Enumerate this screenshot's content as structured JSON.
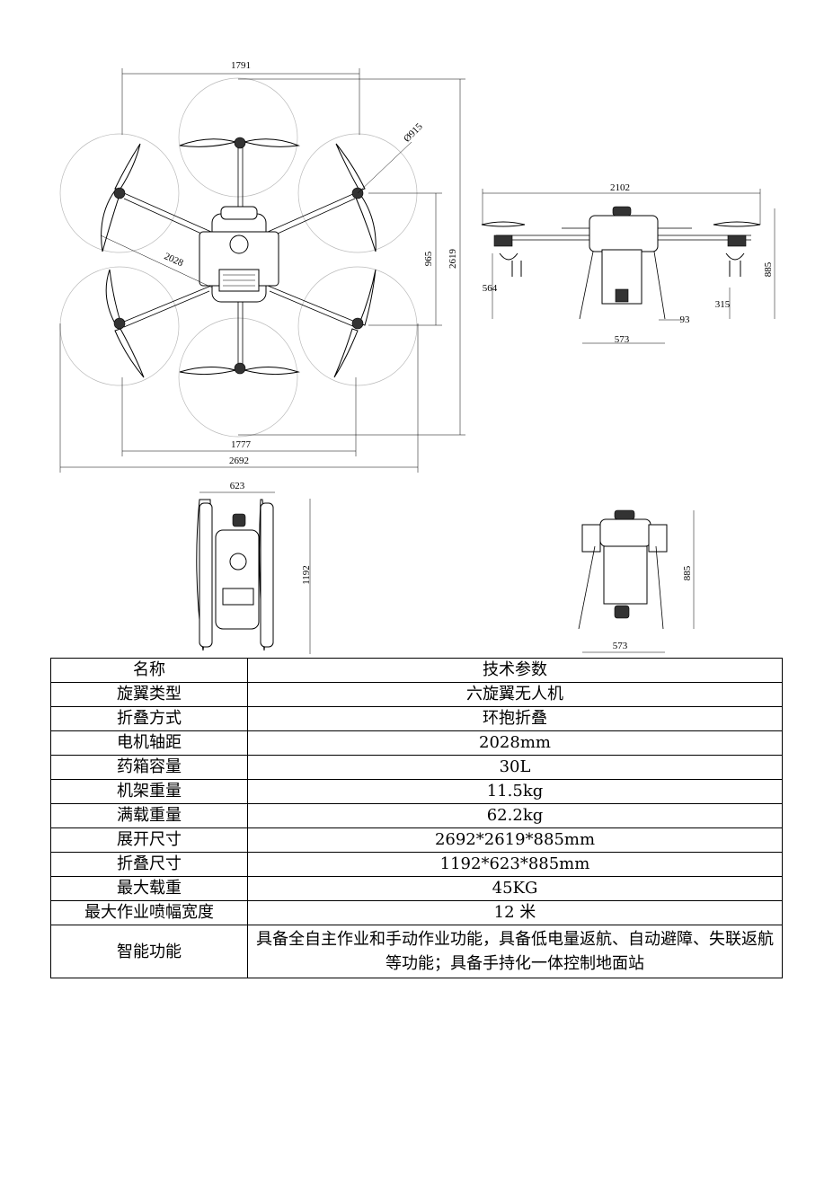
{
  "drawings": {
    "top_view": {
      "dims": {
        "width_top": "1791",
        "rotor_diameter": "Ø915",
        "arm_span": "2028",
        "height_inner": "965",
        "height_total": "2619",
        "width_bottom_inner": "1777",
        "width_total": "2692"
      }
    },
    "front_view": {
      "dims": {
        "width_total": "2102",
        "height_total": "885",
        "height_left": "564",
        "height_right": "315",
        "gap": "93",
        "base_width": "573"
      }
    },
    "folded_view": {
      "dims": {
        "width": "623",
        "length": "1192"
      }
    },
    "side_view": {
      "dims": {
        "height": "885",
        "base_width": "573"
      }
    }
  },
  "spec_table": {
    "header": {
      "name": "名称",
      "value": "技术参数"
    },
    "rows": [
      {
        "name": "旋翼类型",
        "value": "六旋翼无人机"
      },
      {
        "name": "折叠方式",
        "value": "环抱折叠"
      },
      {
        "name": "电机轴距",
        "value": "2028mm"
      },
      {
        "name": "药箱容量",
        "value": "30L"
      },
      {
        "name": "机架重量",
        "value": "11.5kg"
      },
      {
        "name": "满载重量",
        "value": "62.2kg"
      },
      {
        "name": "展开尺寸",
        "value": "2692*2619*885mm"
      },
      {
        "name": "折叠尺寸",
        "value": "1192*623*885mm"
      },
      {
        "name": "最大载重",
        "value": "45KG"
      },
      {
        "name": "最大作业喷幅宽度",
        "value": "12 米"
      }
    ],
    "last_row": {
      "name": "智能功能",
      "value": "具备全自主作业和手动作业功能，具备低电量返航、自动避障、失联返航等功能；具备手持化一体控制地面站"
    }
  }
}
